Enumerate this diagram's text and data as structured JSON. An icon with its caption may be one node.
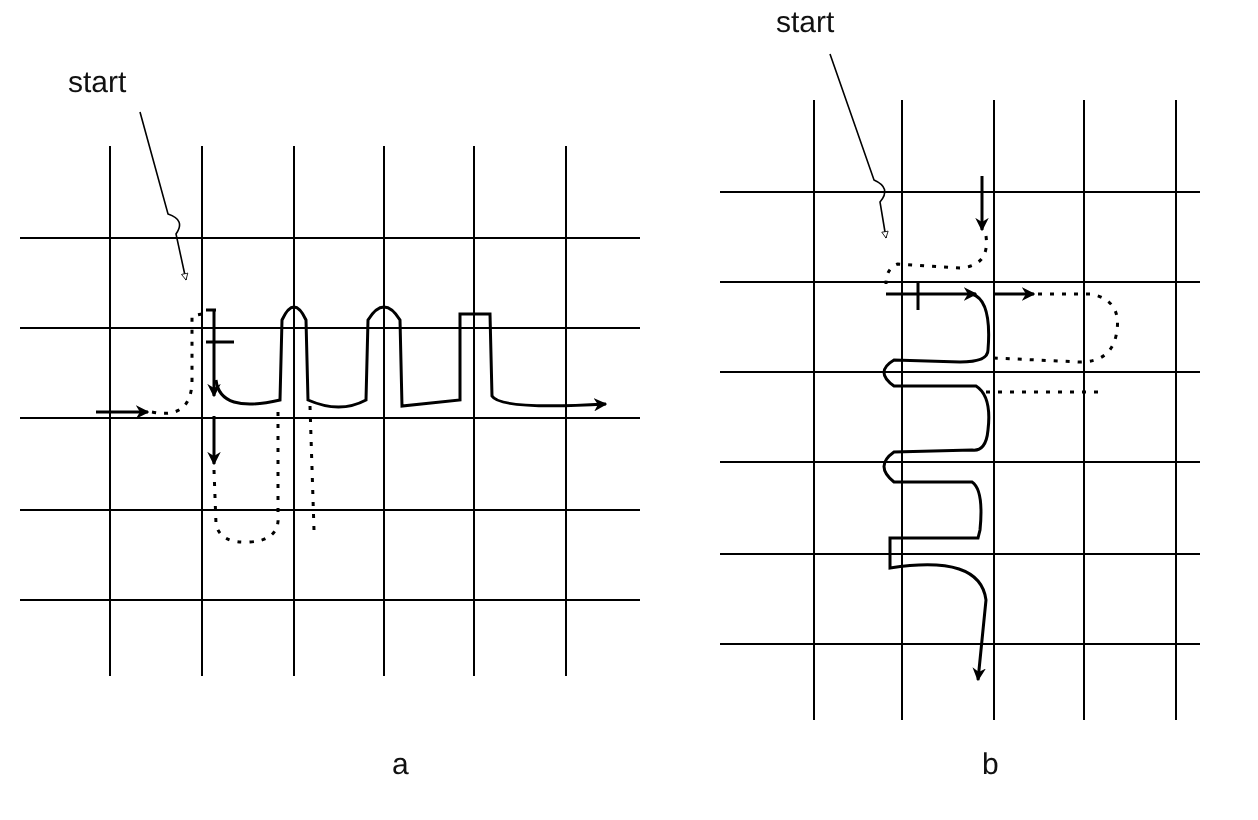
{
  "diagram": {
    "nodes": [
      {
        "text": [
          "start"
        ]
      },
      {
        "text": [
          "start"
        ]
      }
    ],
    "edges": [
      {
        "from": 0,
        "to": null,
        "arrow": "to"
      },
      {
        "from": 1,
        "to": null,
        "arrow": "to"
      }
    ],
    "labels": [
      "a",
      "b"
    ]
  }
}
